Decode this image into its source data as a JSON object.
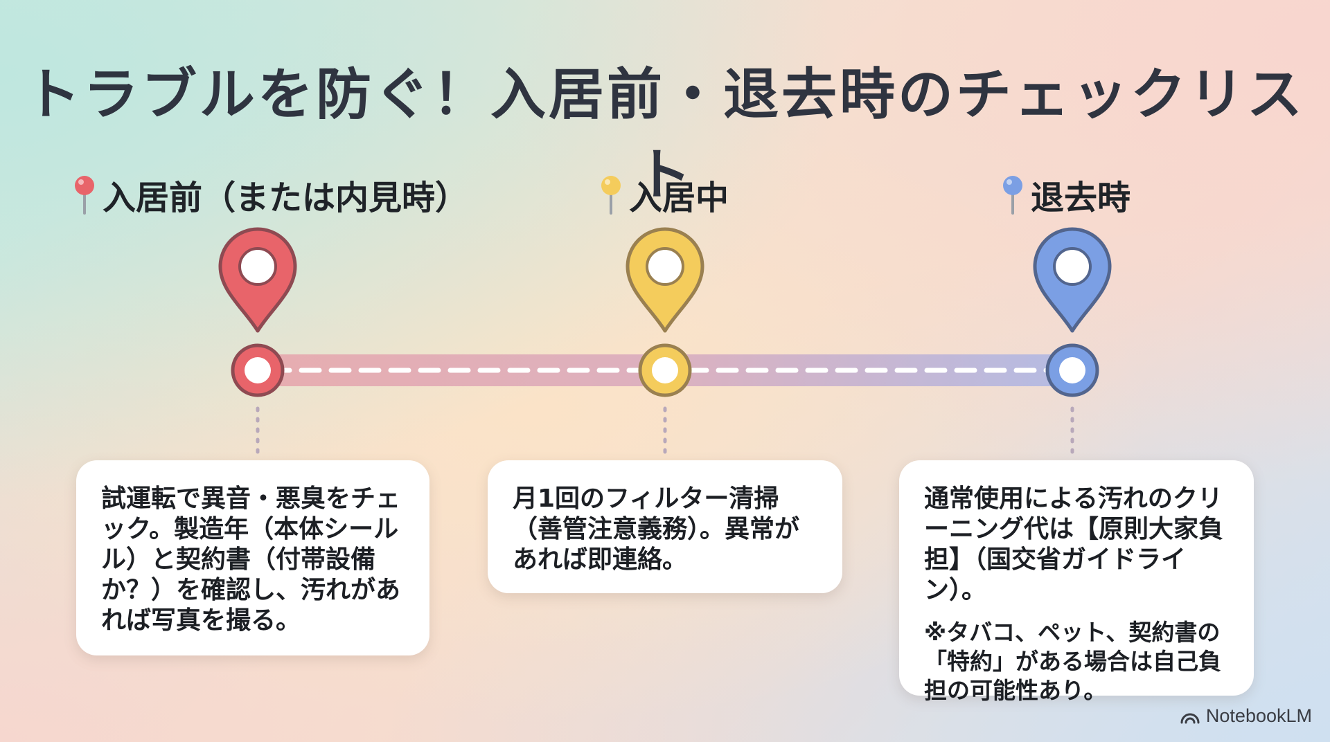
{
  "title": "トラブルを防ぐ！入居前・退去時のチェックリスト",
  "phases": [
    {
      "label": "入居前（または内見時）",
      "color": "#e8646a",
      "pin_icon": "red-pushpin-icon",
      "marker_icon": "red-map-pin-icon",
      "text": "試運転で異音・悪臭をチェック。製造年（本体シールル）と契約書（付帯設備か？）を確認し、汚れがあれば写真を撮る。",
      "note": ""
    },
    {
      "label": "入居中",
      "color": "#f4cc5c",
      "pin_icon": "yellow-pushpin-icon",
      "marker_icon": "yellow-map-pin-icon",
      "text": "月1回のフィルター清掃（善管注意義務）。異常があれば即連絡。",
      "note": ""
    },
    {
      "label": "退去時",
      "color": "#7b9fe4",
      "pin_icon": "blue-pushpin-icon",
      "marker_icon": "blue-map-pin-icon",
      "text": "通常使用による汚れのクリーニング代は【原則大家負担】（国交省ガイドライン）。",
      "note": "※タバコ、ペット、契約書の「特約」がある場合は自己負担の可能性あり。"
    }
  ],
  "brand": {
    "name": "NotebookLM",
    "icon": "notebooklm-logo-icon"
  }
}
